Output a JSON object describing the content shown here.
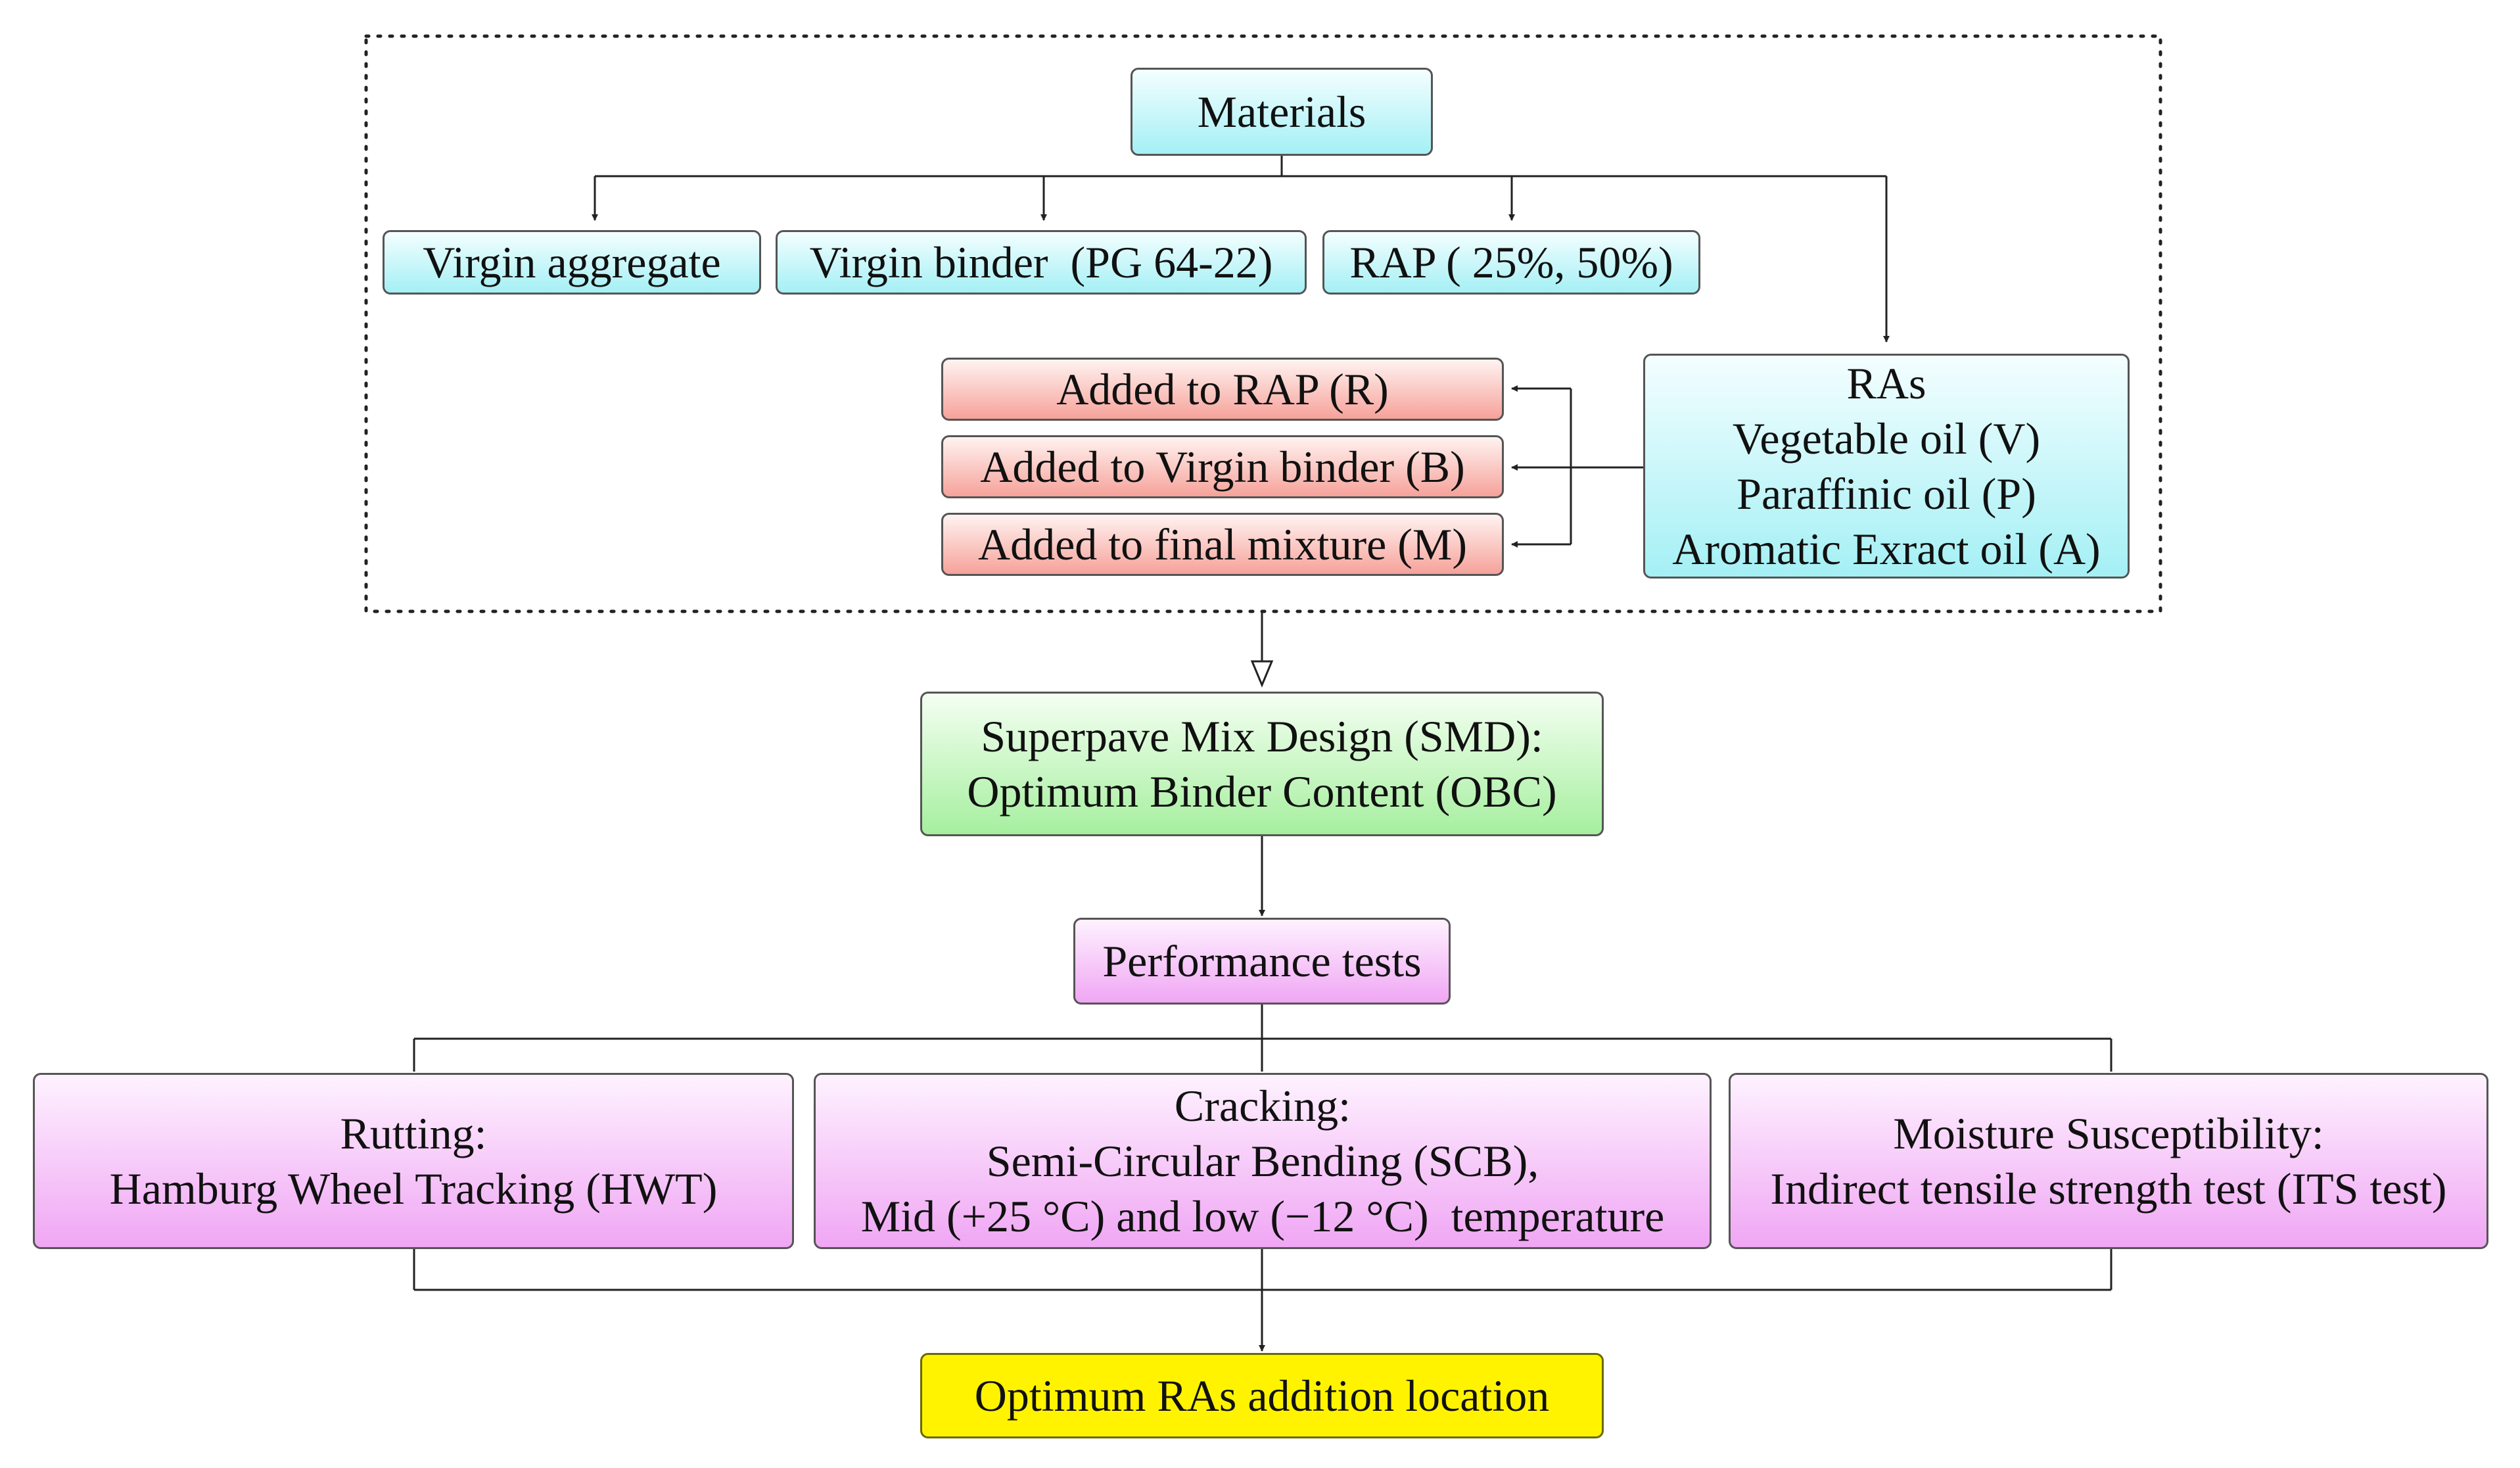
{
  "materials": {
    "title": "Materials",
    "virgin_aggregate": "Virgin aggregate",
    "virgin_binder": "Virgin binder  (PG 64-22)",
    "rap": "RAP ( 25%, 50%)",
    "ras": {
      "title": "RAs",
      "items": [
        "Vegetable oil (V)",
        "Paraffinic oil (P)",
        "Aromatic Exract oil (A)"
      ]
    },
    "addition_locations": [
      "Added to RAP (R)",
      "Added to Virgin binder (B)",
      "Added to final mixture (M)"
    ]
  },
  "mix_design": {
    "line1": "Superpave Mix Design (SMD):",
    "line2": "Optimum Binder Content (OBC)"
  },
  "performance_tests": "Performance tests",
  "tests": {
    "rutting": {
      "line1": "Rutting:",
      "line2": "Hamburg Wheel Tracking (HWT)"
    },
    "cracking": {
      "line1": "Cracking:",
      "line2": "Semi-Circular Bending (SCB),",
      "line3": "Mid (+25 °C) and low (−12 °C)  temperature"
    },
    "moisture": {
      "line1": "Moisture Susceptibility:",
      "line2": "Indirect tensile strength test (ITS test)"
    }
  },
  "result": "Optimum RAs addition location",
  "colors": {
    "materials_fill": "#a4f0f5",
    "additions_fill": "#f6a29a",
    "mix_design_fill": "#a6ef9f",
    "tests_fill": "#f0a6f4",
    "result_fill": "#fff300",
    "line": "#222222"
  }
}
